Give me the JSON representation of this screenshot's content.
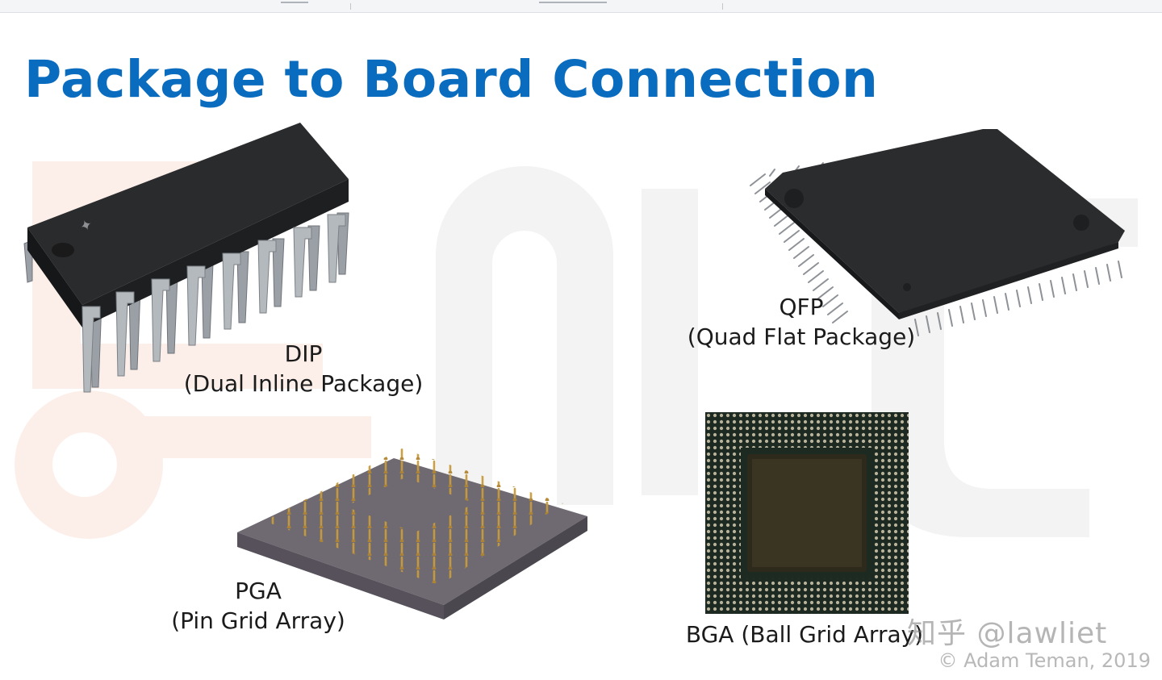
{
  "slide": {
    "title": "Package to Board Connection",
    "colors": {
      "title": "#0a6cbf",
      "watermark_red": "#fcefe9",
      "watermark_gray": "#f3f3f3"
    }
  },
  "packages": {
    "dip": {
      "name": "DIP",
      "full": "(Dual Inline Package)"
    },
    "qfp": {
      "name": "QFP",
      "full": "(Quad Flat Package)"
    },
    "pga": {
      "name": "PGA",
      "full": "(Pin Grid Array)"
    },
    "bga": {
      "label": "BGA (Ball Grid Array)"
    }
  },
  "footer": {
    "copyright": "© Adam Teman, 2019",
    "overlay_watermark": "知乎 @lawliet"
  }
}
